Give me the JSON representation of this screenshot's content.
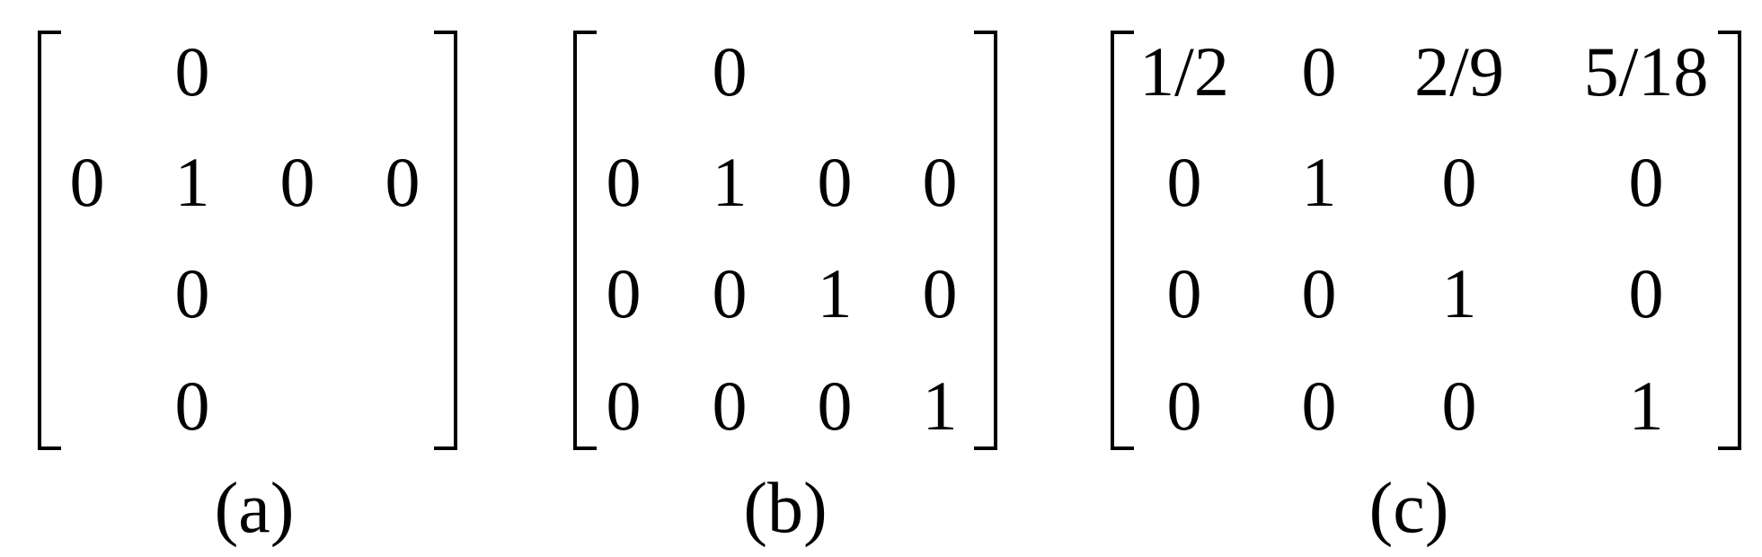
{
  "matrices": [
    {
      "caption": "(a)",
      "rows": [
        [
          "",
          "0",
          "",
          ""
        ],
        [
          "0",
          "1",
          "0",
          "0"
        ],
        [
          "",
          "0",
          "",
          ""
        ],
        [
          "",
          "0",
          "",
          ""
        ]
      ]
    },
    {
      "caption": "(b)",
      "rows": [
        [
          "",
          "0",
          "",
          ""
        ],
        [
          "0",
          "1",
          "0",
          "0"
        ],
        [
          "0",
          "0",
          "1",
          "0"
        ],
        [
          "0",
          "0",
          "0",
          "1"
        ]
      ]
    },
    {
      "caption": "(c)",
      "rows": [
        [
          "1/2",
          "0",
          "2/9",
          "5/18"
        ],
        [
          "0",
          "1",
          "0",
          "0"
        ],
        [
          "0",
          "0",
          "1",
          "0"
        ],
        [
          "0",
          "0",
          "0",
          "1"
        ]
      ]
    }
  ]
}
